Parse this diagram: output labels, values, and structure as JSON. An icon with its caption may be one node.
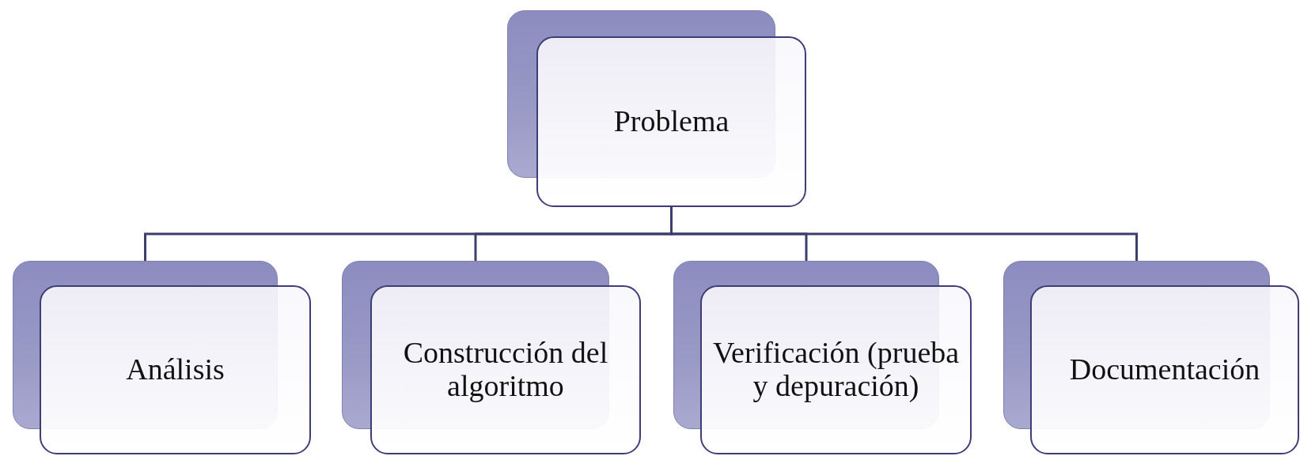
{
  "diagram": {
    "nodes": [
      {
        "text": [
          "Problema"
        ]
      },
      {
        "text": [
          "Análisis"
        ]
      },
      {
        "text": [
          "Construcción del algoritmo"
        ]
      },
      {
        "text": [
          "Verificación (prueba y depuración)"
        ]
      },
      {
        "text": [
          "Documentación"
        ]
      }
    ],
    "edges": [
      {
        "from": 0,
        "to": 1,
        "arrow": "none"
      },
      {
        "from": 0,
        "to": 2,
        "arrow": "none"
      },
      {
        "from": 0,
        "to": 3,
        "arrow": "none"
      },
      {
        "from": 0,
        "to": 4,
        "arrow": "none"
      }
    ]
  }
}
